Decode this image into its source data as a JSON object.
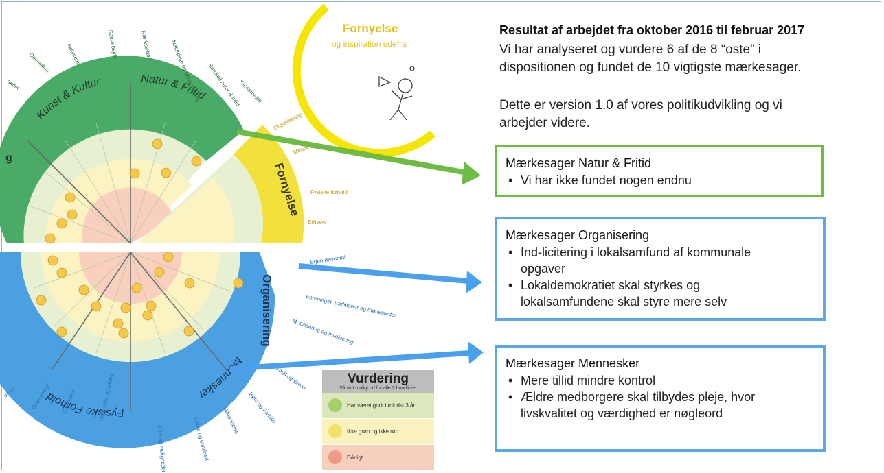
{
  "colors": {
    "green": "#4aaa67",
    "blue": "#4aa0e0",
    "yellow": "#f3e13b",
    "ring_green": "#e7f0d0",
    "ring_yellow": "#fbf4c2",
    "ring_pink": "#f8d0bd",
    "arrow_green": "#6fbc45",
    "arrow_blue": "#4aa0ec",
    "box_green": "#6fbc45",
    "box_blue": "#59a6ea"
  },
  "header": {
    "title": "Resultat af arbejdet fra oktober 2016 til februar 2017",
    "line1": "Vi har analyseret og vurdere 6 af de 8 “oste” i",
    "line2": "dispositionen og fundet de 10 vigtigste mærkesager.",
    "line3": "Dette er version 1.0 af vores politikudvikling og vi",
    "line4": "arbejder videre."
  },
  "boxes": {
    "natur": {
      "title": "Mærkesager Natur & Fritid",
      "items": [
        "Vi har ikke fundet nogen endnu"
      ],
      "bullet": "•"
    },
    "organisering": {
      "title": "Mærkesager Organisering",
      "items": [
        [
          "Ind-licitering i lokalsamfund af kommunale",
          "opgaver"
        ],
        [
          "Lokaldemokratiet skal styrkes og",
          "lokalsamfundene skal styre mere selv"
        ]
      ],
      "bullet": "•"
    },
    "mennesker": {
      "title": "Mærkesager Mennesker",
      "items": [
        [
          "Mere tillid mindre kontrol"
        ],
        [
          "Ældre medborgere skal tilbydes pleje, hvor",
          "livskvalitet og værdighed er nøgleord"
        ]
      ],
      "bullet": "•"
    }
  },
  "fornyelse_note": {
    "title": "Fornyelse",
    "subtitle": "og inspiration  udefra"
  },
  "segments": {
    "kunst": "Kunst & Kultur",
    "natur": "Natur & Fritid",
    "fornyelse": "Fornyelse",
    "organisering": "Organisering",
    "mennesker": "Mennesker",
    "fysiske": "Fysiske Forhold",
    "partial": "g"
  },
  "spoke_labels": {
    "kunst": [
      "Samarbejde",
      "Aktiviteter",
      "Oplevelser",
      "aktter"
    ],
    "natur": [
      "Iværksætteri",
      "Naturpleje og genopretning",
      "Samspil natur & fritid",
      "Samarbejde"
    ],
    "fornyelse": [
      "Organisering",
      "Mennesker",
      "Fysiske forhold",
      "Erhverv"
    ],
    "organisering": [
      "Egen økonomi",
      "Foreninger, traditioner og mødesteder",
      "Mobilisering og involvering",
      "Formål og vision"
    ],
    "mennesker": [
      "Børn og Familie",
      "Uddannelse",
      "Lykke og sundhed",
      "Jobs og muligheder"
    ],
    "fysiske": [
      "Veje, stier og anlæg",
      "IT-netværk",
      "Grøn energi",
      "urcer"
    ]
  },
  "legend": {
    "title": "Vurdering",
    "subtitle": "Så vidt muligt ud fra alle 3 bundlinier",
    "rows": [
      {
        "label": "Har været godt i mindst 3 år",
        "color": "#dbe8bc",
        "face": "#a6cf6b"
      },
      {
        "label": "Ikke grøn og ikke rød",
        "color": "#fbf3bf",
        "face": "#f1e36a"
      },
      {
        "label": "Dårligt",
        "color": "#f7cfbd",
        "face": "#ee9a86"
      }
    ]
  }
}
